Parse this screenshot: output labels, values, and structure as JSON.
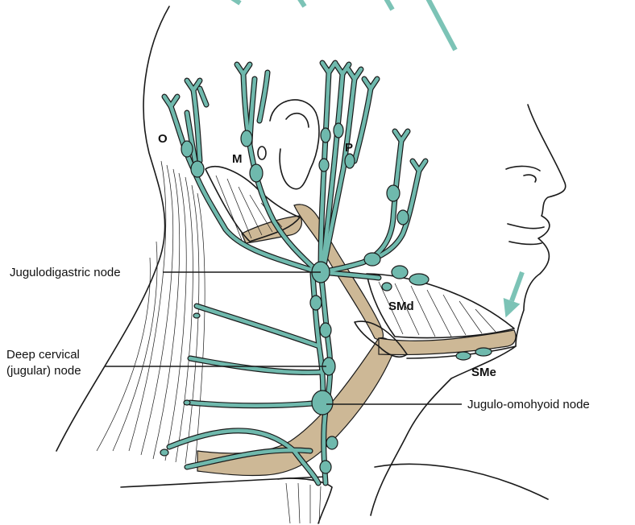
{
  "labels": {
    "jugulodigastric": "Jugulodigastric node",
    "deep_cervical_line1": "Deep cervical",
    "deep_cervical_line2": "(jugular) node",
    "jugulo_omohyoid": "Jugulo-omohyoid node",
    "occipital": "O",
    "mastoid": "M",
    "parotid": "P",
    "submandibular": "SMd",
    "submental": "SMe"
  },
  "colors": {
    "lymph": "#6fb9ad",
    "arrow": "#7cc3b6",
    "muscle": "#cdb896",
    "outline": "#1a1a1a"
  }
}
